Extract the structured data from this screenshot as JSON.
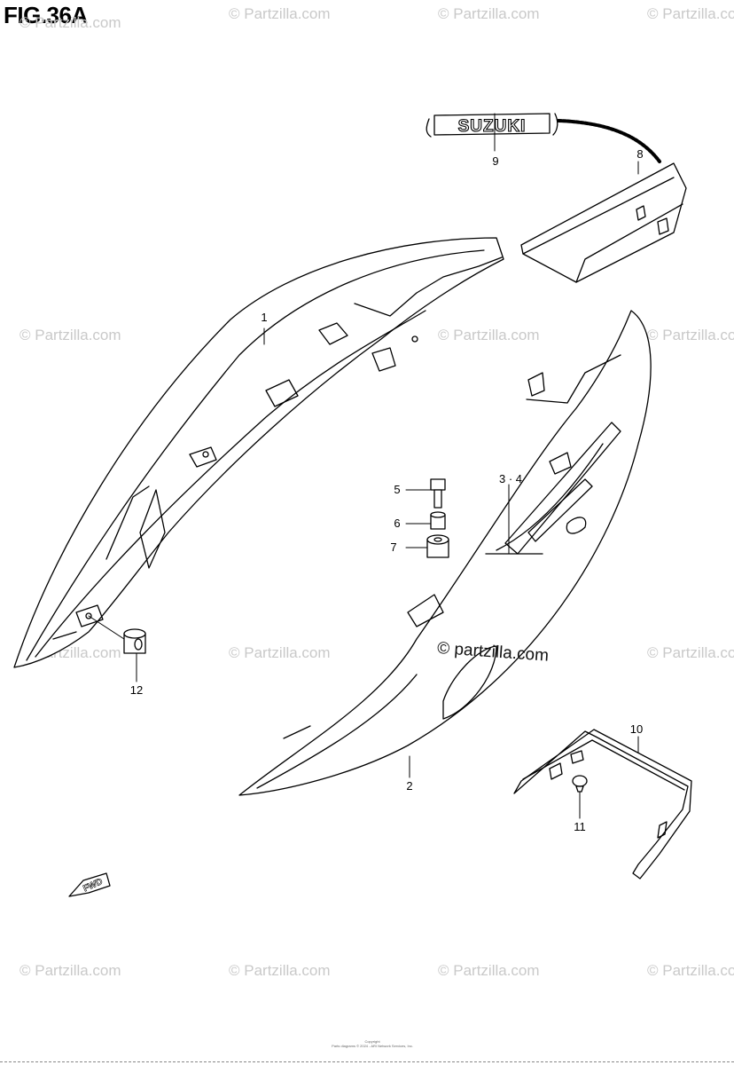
{
  "figure": {
    "title": "FIG.36A"
  },
  "watermark": {
    "text": "© Partzilla.com",
    "main_text": "© partzilla.com"
  },
  "parts": {
    "p1": "1",
    "p2": "2",
    "p34": "3 · 4",
    "p5": "5",
    "p6": "6",
    "p7": "7",
    "p8": "8",
    "p9": "9",
    "p10": "10",
    "p11": "11",
    "p12": "12"
  },
  "emblem_text": "SUZUKI",
  "fwd_text": "FWD",
  "copyright": {
    "line1": "Copyright",
    "line2": "Parts diagrams © 2024 - ARI Network Services, Inc."
  }
}
